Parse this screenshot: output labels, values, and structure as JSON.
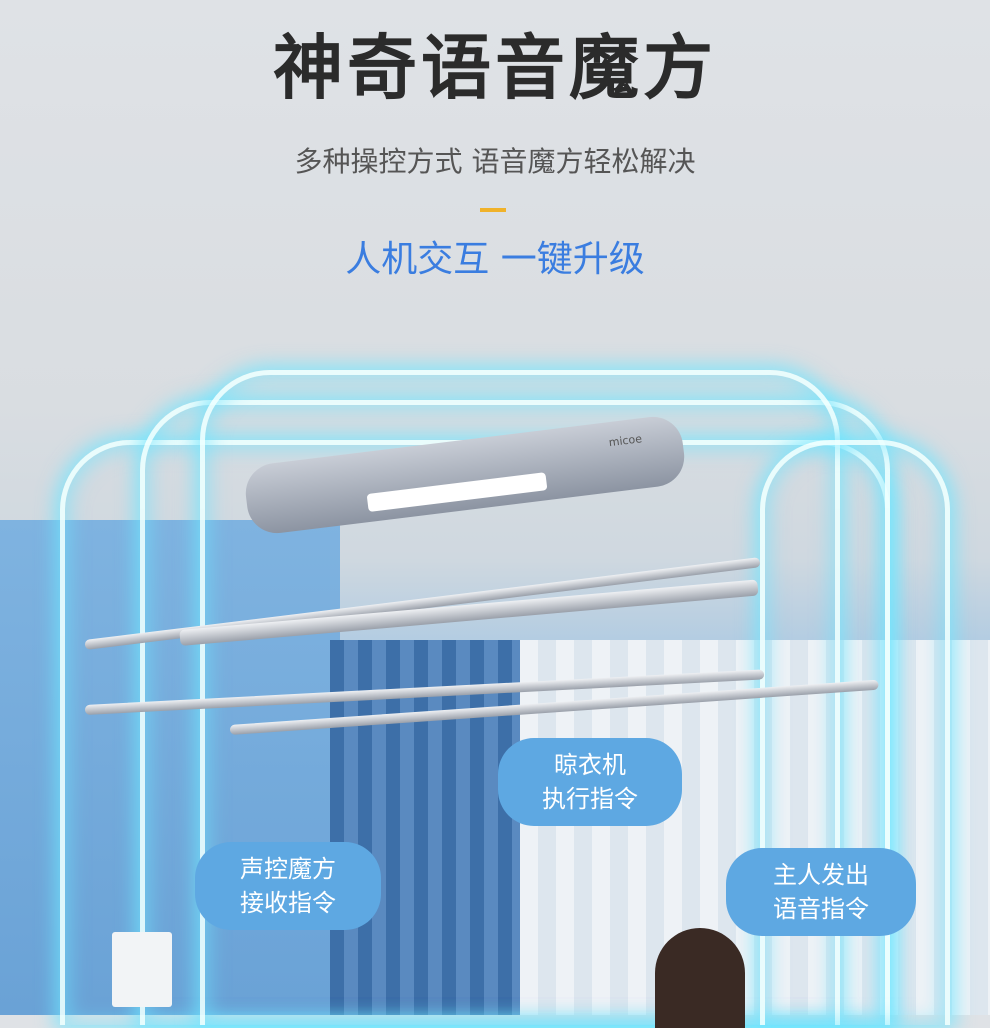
{
  "header": {
    "title": "神奇语音魔方",
    "subtitle": "多种操控方式 语音魔方轻松解决",
    "tagline": "人机交互 一键升级"
  },
  "product": {
    "logo": "micoe"
  },
  "bubbles": [
    {
      "line1": "晾衣机",
      "line2": "执行指令"
    },
    {
      "line1": "声控魔方",
      "line2": "接收指令"
    },
    {
      "line1": "主人发出",
      "line2": "语音指令"
    }
  ],
  "colors": {
    "accent": "#f0b22a",
    "tagline": "#3a7de0",
    "bubble": "#5ea8e2"
  }
}
